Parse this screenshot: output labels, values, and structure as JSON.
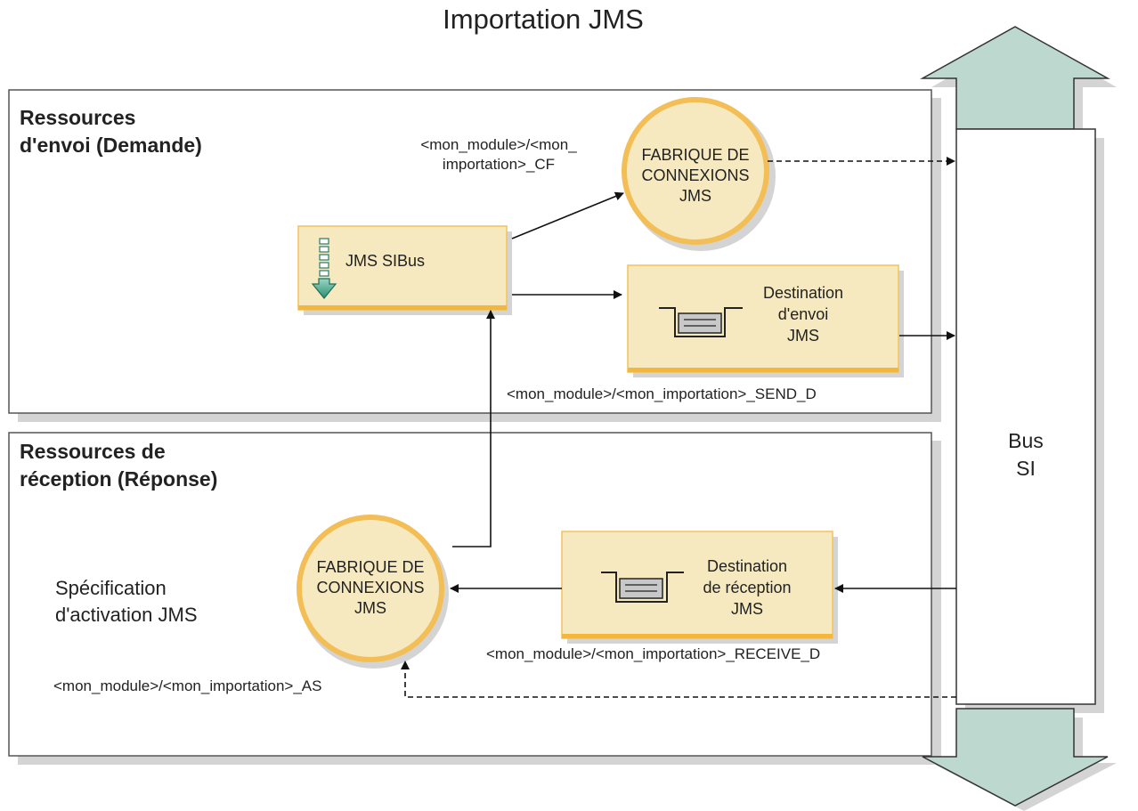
{
  "title": "Importation JMS",
  "send_panel": {
    "title_line1": "Ressources",
    "title_line2": "d'envoi (Demande)",
    "cf_name_line1": "<mon_module>/<mon_",
    "cf_name_line2": "importation>_CF",
    "cf_circle": {
      "line1": "FABRIQUE DE",
      "line2": "CONNEXIONS",
      "line3": "JMS"
    },
    "sibus_box": {
      "label": "JMS SIBus"
    },
    "send_dest_box": {
      "line1": "Destination",
      "line2": "d'envoi",
      "line3": "JMS"
    },
    "send_dest_name": "<mon_module>/<mon_importation>_SEND_D"
  },
  "receive_panel": {
    "title_line1": "Ressources de",
    "title_line2": "réception (Réponse)",
    "activation_spec_line1": "Spécification",
    "activation_spec_line2": "d'activation JMS",
    "cf_circle": {
      "line1": "FABRIQUE DE",
      "line2": "CONNEXIONS",
      "line3": "JMS"
    },
    "recv_dest_box": {
      "line1": "Destination",
      "line2": "de réception",
      "line3": "JMS"
    },
    "recv_dest_name": "<mon_module>/<mon_importation>_RECEIVE_D",
    "as_name": "<mon_module>/<mon_importation>_AS"
  },
  "bus": {
    "line1": "Bus",
    "line2": "SI"
  },
  "colors": {
    "panel_shadow": "#d4d4d4",
    "circle_fill": "#f7e9bf",
    "circle_stroke": "#f2be55",
    "box_fill": "#f7e9bf",
    "box_stroke": "#f2c35a",
    "arrow_fill": "#bcd8cf",
    "arrow_stroke": "#333333",
    "queue_gray": "#c8c8c8"
  }
}
